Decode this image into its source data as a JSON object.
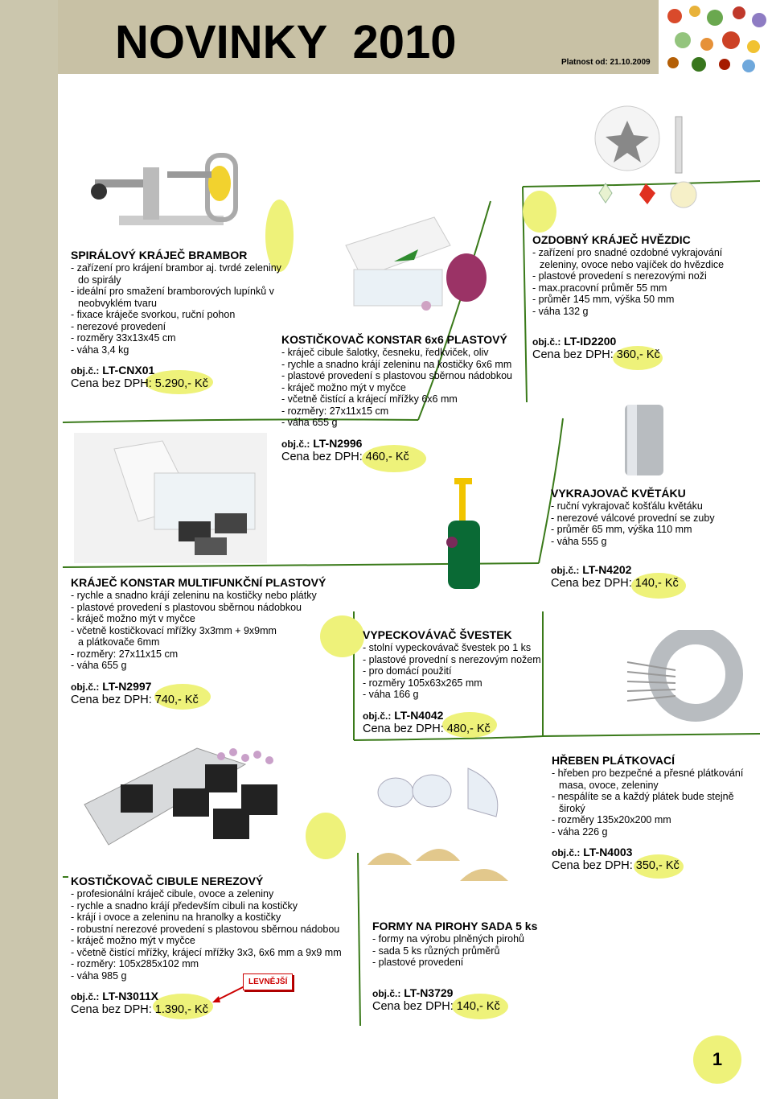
{
  "header": {
    "title": "NOVINKY  2010",
    "validity": "Platnost od: 21.10.2009"
  },
  "products": [
    {
      "id": "spiral",
      "name": "SPIRÁLOVÝ KRÁJEČ BRAMBOR",
      "lines": [
        "- zařízení pro krájení brambor aj. tvrdé zeleniny",
        "do spirály",
        "- ideální pro smažení bramborových lupínků v",
        "neobvyklém tvaru",
        "- fixace kráječe svorkou, ruční pohon",
        "- nerezové provedení",
        "- rozměry 33x13x45 cm",
        "- váha 3,4 kg"
      ],
      "code_label": "obj.č.:",
      "code": "LT-CNX01",
      "price_label": "Cena bez DPH:",
      "price": "5.290,- Kč"
    },
    {
      "id": "konstar6",
      "name": "KOSTIČKOVAČ KONSTAR 6x6 PLASTOVÝ",
      "lines": [
        "- kráječ cibule šalotky, česneku, ředkviček, oliv",
        "- rychle a snadno krájí zeleninu na kostičky 6x6 mm",
        "- plastové provedení s plastovou sběrnou nádobkou",
        "- kráječ možno mýt v myčce",
        "- včetně čistící a krájecí mřížky 6x6 mm",
        "- rozměry: 27x11x15 cm",
        "- váha 655 g"
      ],
      "code_label": "obj.č.:",
      "code": "LT-N2996",
      "price_label": "Cena bez DPH:",
      "price": "460,- Kč"
    },
    {
      "id": "hvezdic",
      "name": "OZDOBNÝ KRÁJEČ HVĚZDIC",
      "lines": [
        "- zařízení pro snadné ozdobné vykrajování",
        "zeleniny, ovoce nebo vajíček do hvězdice",
        "- plastové provedení s nerezovými noži",
        "- max.pracovní průměr  55 mm",
        "- průměr 145 mm, výška 50 mm",
        "- váha 132 g"
      ],
      "code_label": "obj.č.:",
      "code": "LT-ID2200",
      "price_label": "Cena bez DPH:",
      "price": "360,- Kč"
    },
    {
      "id": "kvetak",
      "name": "VYKRAJOVAČ KVĚTÁKU",
      "lines": [
        "- ruční vykrajovač košťálu květáku",
        "- nerezové válcové provední se zuby",
        "- průměr  65 mm, výška 110 mm",
        "- váha 555 g"
      ],
      "code_label": "obj.č.:",
      "code": "LT-N4202",
      "price_label": "Cena bez DPH:",
      "price": "140,- Kč"
    },
    {
      "id": "multi",
      "name": "KRÁJEČ KONSTAR MULTIFUNKČNÍ PLASTOVÝ",
      "lines": [
        "- rychle a snadno krájí zeleninu na kostičky nebo plátky",
        "- plastové provedení s plastovou sběrnou nádobkou",
        "- kráječ možno mýt v myčce",
        "- včetně kostičkovací mřížky 3x3mm + 9x9mm",
        "a plátkovače 6mm",
        "- rozměry: 27x11x15 cm",
        "- váha 655 g"
      ],
      "code_label": "obj.č.:",
      "code": "LT-N2997",
      "price_label": "Cena bez DPH:",
      "price": "740,- Kč"
    },
    {
      "id": "svestek",
      "name": "VYPECKOVÁVAČ ŠVESTEK",
      "lines": [
        "- stolní vypeckovávač švestek po 1 ks",
        "- plastové provední s nerezovým nožem",
        "- pro domácí použití",
        "- rozměry 105x63x265  mm",
        "- váha 166 g"
      ],
      "code_label": "obj.č.:",
      "code": "LT-N4042",
      "price_label": "Cena bez DPH:",
      "price": "480,- Kč"
    },
    {
      "id": "hreben",
      "name": "HŘEBEN PLÁTKOVACÍ",
      "lines": [
        "- hřeben pro bezpečné a přesné plátkování",
        "masa, ovoce, zeleniny",
        "- nespálíte se a každý plátek bude stejně",
        "široký",
        "- rozměry 135x20x200 mm",
        "- váha 226 g"
      ],
      "code_label": "obj.č.:",
      "code": "LT-N4003",
      "price_label": "Cena bez DPH:",
      "price": "350,- Kč"
    },
    {
      "id": "cibule",
      "name": "KOSTIČKOVAČ CIBULE NEREZOVÝ",
      "lines": [
        "- profesionální kráječ cibule, ovoce a zeleniny",
        "- rychle a snadno krájí především cibuli na kostičky",
        "- krájí i ovoce a zeleninu na hranolky a kostičky",
        "- robustní nerezové provedení s plastovou sběrnou nádobou",
        "- kráječ možno mýt v myčce",
        "- včetně čistící mřížky, krájecí mřížky 3x3, 6x6 mm a 9x9 mm",
        "- rozměry: 105x285x102 mm",
        "- váha 985 g"
      ],
      "code_label": "obj.č.:",
      "code": "LT-N3011X",
      "price_label": "Cena bez DPH:",
      "price": "1.390,- Kč"
    },
    {
      "id": "pirohy",
      "name": "FORMY NA PIROHY SADA 5 ks",
      "lines": [
        "- formy na výrobu plněných pirohů",
        "- sada 5 ks různých průměrů",
        "- plastové provedení"
      ],
      "code_label": "obj.č.:",
      "code": "LT-N3729",
      "price_label": "Cena bez DPH:",
      "price": "140,- Kč"
    }
  ],
  "badge": "LEVNĚJŠÍ",
  "page_number": "1",
  "colors": {
    "sidebar": "#cbc6ad",
    "header": "#c8c1a5",
    "highlight": "#eef27a",
    "line": "#3a7a1a",
    "badge": "#cc0000"
  }
}
